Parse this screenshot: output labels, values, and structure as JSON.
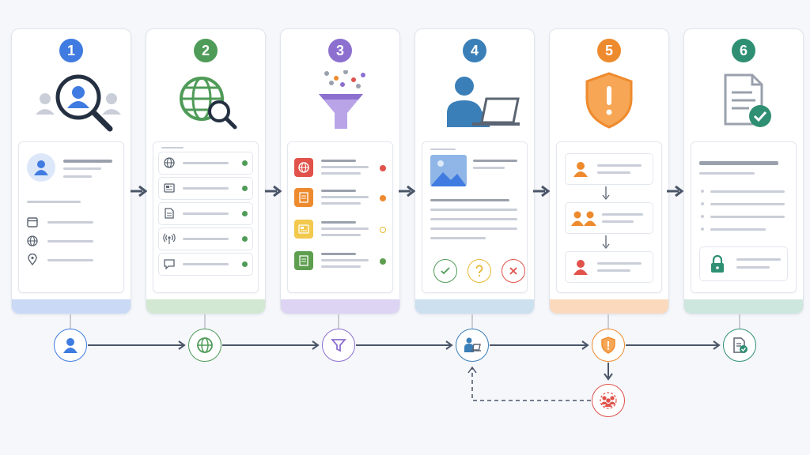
{
  "steps": [
    {
      "number": "1",
      "color": "#3f7be0",
      "strip": "#c9d9f6",
      "hero_icon": "user-search-icon"
    },
    {
      "number": "2",
      "color": "#4f9b58",
      "strip": "#d3e8d2",
      "hero_icon": "globe-search-icon"
    },
    {
      "number": "3",
      "color": "#8c6fcf",
      "strip": "#ddd3f2",
      "hero_icon": "funnel-icon"
    },
    {
      "number": "4",
      "color": "#3a7fb8",
      "strip": "#cde0ef",
      "hero_icon": "person-laptop-icon"
    },
    {
      "number": "5",
      "color": "#ee8a2e",
      "strip": "#fad9bd",
      "hero_icon": "warning-shield-icon"
    },
    {
      "number": "6",
      "color": "#2f8f73",
      "strip": "#cde6de",
      "hero_icon": "document-check-icon"
    }
  ],
  "flow": {
    "nodes": [
      "user-icon",
      "globe-icon",
      "funnel-icon",
      "person-laptop-icon",
      "warning-shield-icon",
      "document-check-icon"
    ],
    "branch_node": "team-review-icon",
    "colors": {
      "blue": "#3f7be0",
      "green": "#4f9b58",
      "purple": "#8c6fcf",
      "teal": "#3a7fb8",
      "orange": "#ee8a2e",
      "red": "#e0524a",
      "dark_green": "#2f8f73",
      "arrow": "#4a5568"
    }
  }
}
